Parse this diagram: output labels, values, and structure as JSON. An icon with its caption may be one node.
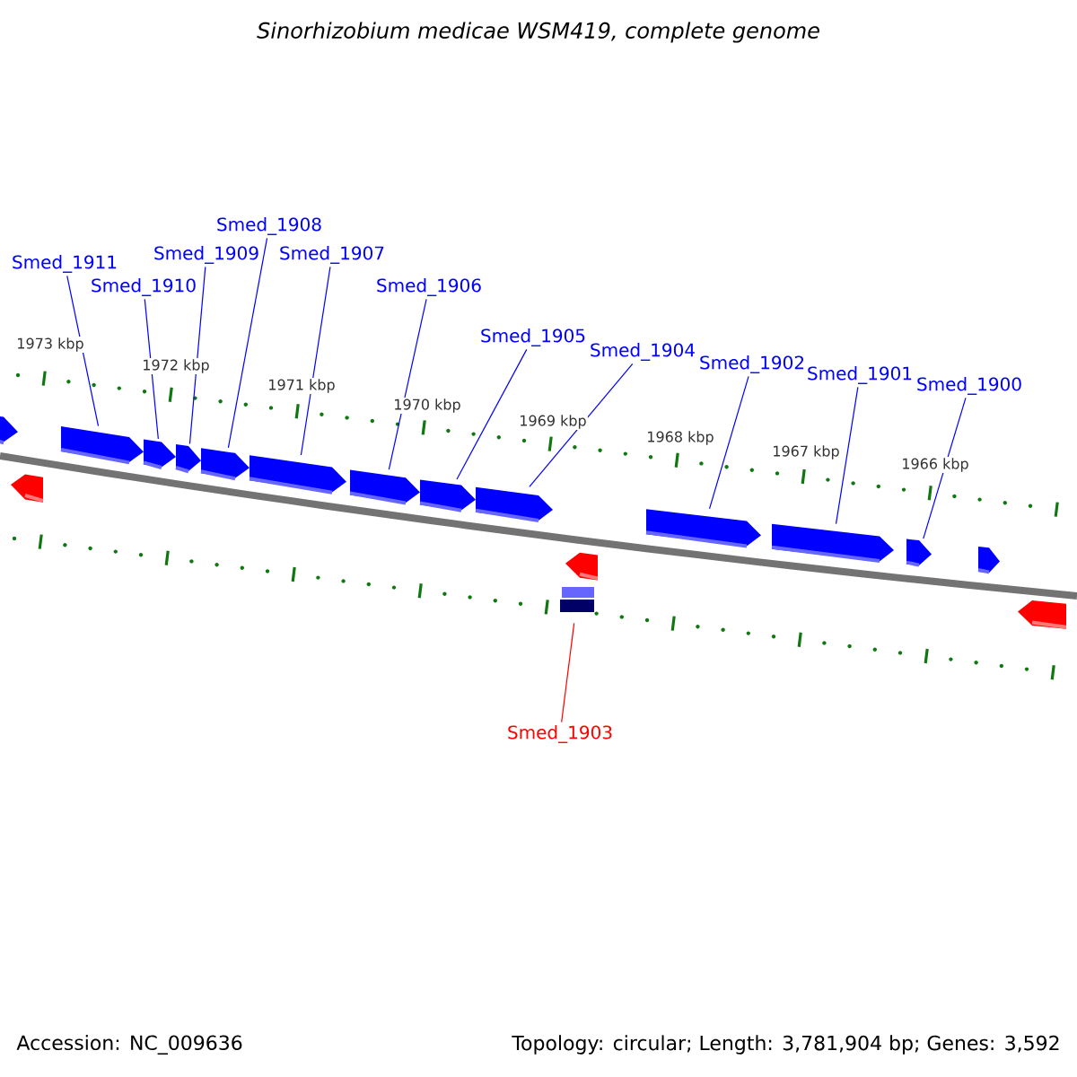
{
  "diagram": {
    "title": "Sinorhizobium medicae WSM419, complete genome",
    "nodes": [
      {
        "text": [
          "Smed_1911"
        ]
      },
      {
        "text": [
          "Smed_1910"
        ]
      },
      {
        "text": [
          "Smed_1909"
        ]
      },
      {
        "text": [
          "Smed_1908"
        ]
      },
      {
        "text": [
          "Smed_1907"
        ]
      },
      {
        "text": [
          "Smed_1906"
        ]
      },
      {
        "text": [
          "Smed_1905"
        ]
      },
      {
        "text": [
          "Smed_1904"
        ]
      },
      {
        "text": [
          "Smed_1902"
        ]
      },
      {
        "text": [
          "Smed_1901"
        ]
      },
      {
        "text": [
          "Smed_1900"
        ]
      },
      {
        "text": [
          "Smed_1903"
        ]
      },
      {
        "text": [],
        "shape": "arrow"
      },
      {
        "text": [],
        "shape": "arrow"
      },
      {
        "text": [],
        "shape": "arrow"
      },
      {
        "text": [],
        "shape": "arrow"
      },
      {
        "text": [],
        "shape": "arrow"
      },
      {
        "text": [],
        "shape": "arrow"
      },
      {
        "text": [],
        "shape": "arrow"
      },
      {
        "text": [],
        "shape": "arrow"
      },
      {
        "text": [],
        "shape": "arrow"
      },
      {
        "text": [],
        "shape": "arrow"
      },
      {
        "text": [],
        "shape": "arrow"
      },
      {
        "text": [],
        "shape": "box"
      },
      {
        "text": [],
        "shape": "arrow"
      },
      {
        "text": [],
        "shape": "arrow"
      },
      {
        "text": [],
        "shape": "arrow"
      },
      {
        "text": [],
        "shape": "arrow"
      },
      {
        "text": [],
        "shape": "arrow"
      }
    ],
    "edges": [
      {
        "from": 0,
        "to": 14,
        "arrow": "none"
      },
      {
        "from": 1,
        "to": 15,
        "arrow": "none"
      },
      {
        "from": 2,
        "to": 16,
        "arrow": "none"
      },
      {
        "from": 3,
        "to": 17,
        "arrow": "none"
      },
      {
        "from": 4,
        "to": 18,
        "arrow": "none"
      },
      {
        "from": 5,
        "to": 19,
        "arrow": "none"
      },
      {
        "from": 6,
        "to": 20,
        "arrow": "none"
      },
      {
        "from": 7,
        "to": 21,
        "arrow": "none"
      },
      {
        "from": 8,
        "to": 24,
        "arrow": "none"
      },
      {
        "from": 9,
        "to": 25,
        "arrow": "none"
      },
      {
        "from": 10,
        "to": 26,
        "arrow": "none"
      },
      {
        "from": 11,
        "to": 23,
        "arrow": "none",
        "color": "#ff0000"
      }
    ],
    "labels": [
      "1973 kbp",
      "1972 kbp",
      "1971 kbp",
      "1970 kbp",
      "1969 kbp",
      "1968 kbp",
      "1967 kbp",
      "1966 kbp",
      "Accession: NC_009636",
      "Topology: circular; Length: 3,781,904 bp; Genes: 3,592"
    ]
  }
}
